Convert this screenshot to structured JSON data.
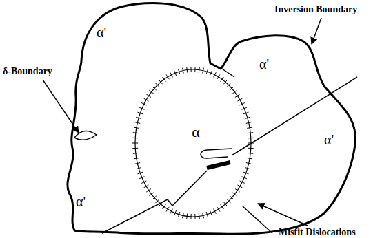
{
  "diagram": {
    "nodes": [
      {
        "text": [
          "α"
        ]
      }
    ],
    "labels": [
      "Inversion Boundary",
      "δ-Boundary",
      "Misfit Dislocations",
      "α'",
      "α'",
      "α'",
      "α'"
    ]
  }
}
